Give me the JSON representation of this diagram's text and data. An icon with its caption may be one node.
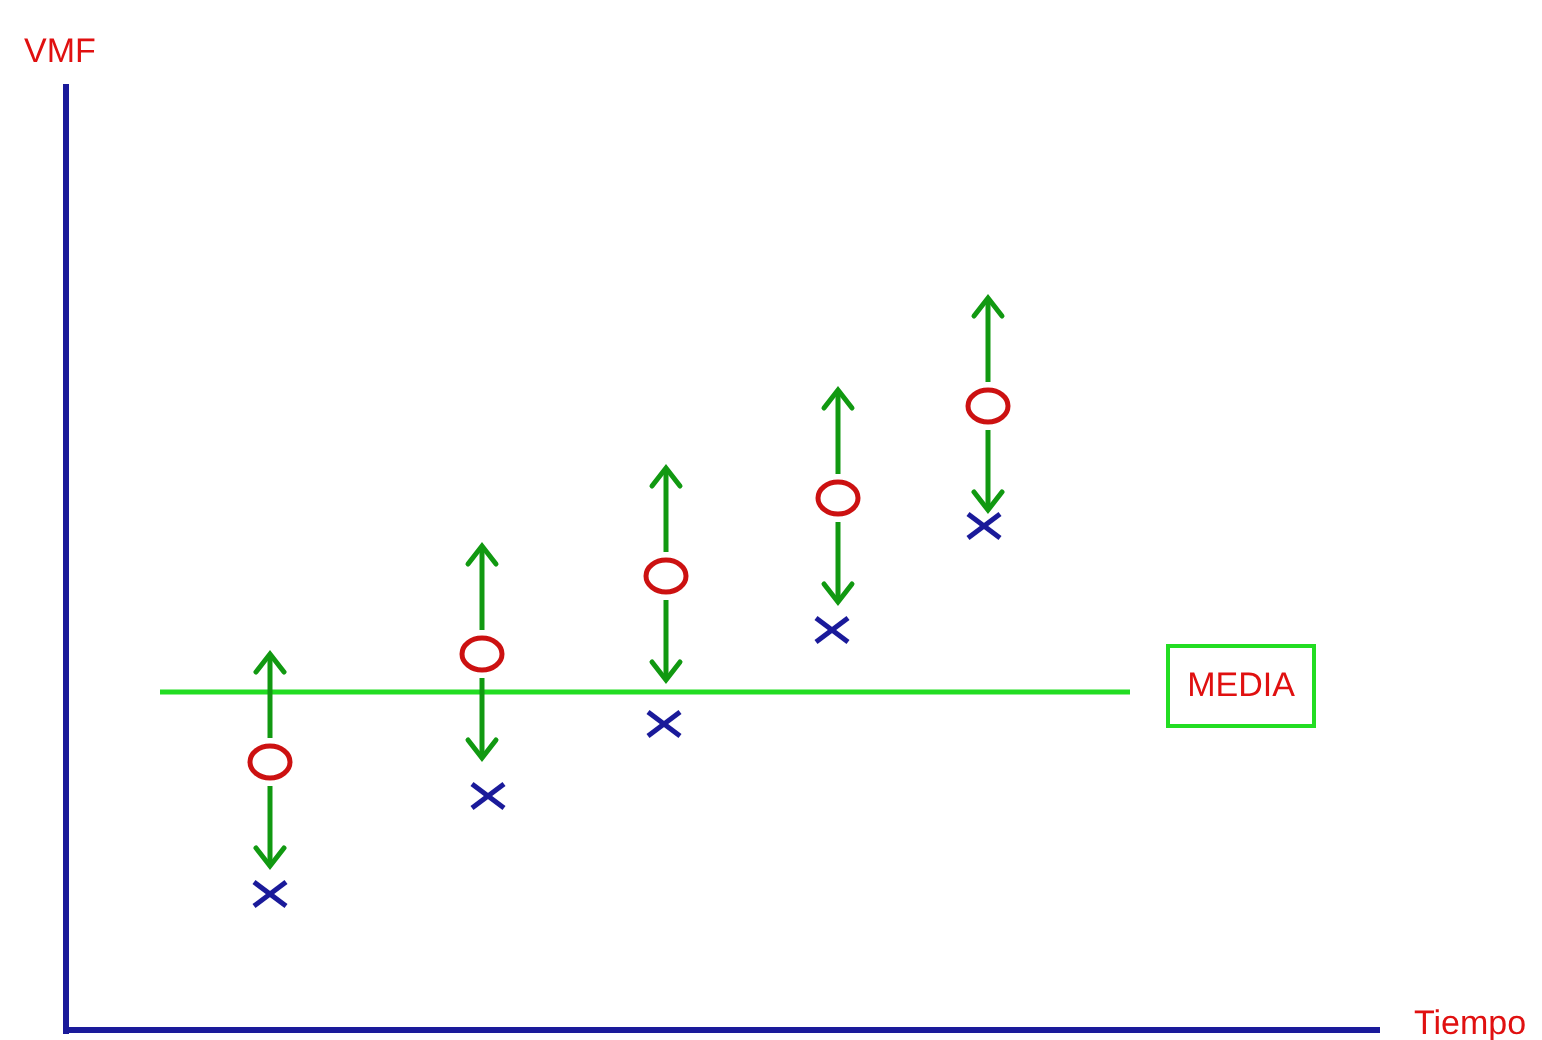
{
  "diagram": {
    "nodes": [
      {
        "text": [
          "MEDIA"
        ]
      }
    ],
    "labels": [
      "VMF",
      "Tiempo"
    ]
  }
}
